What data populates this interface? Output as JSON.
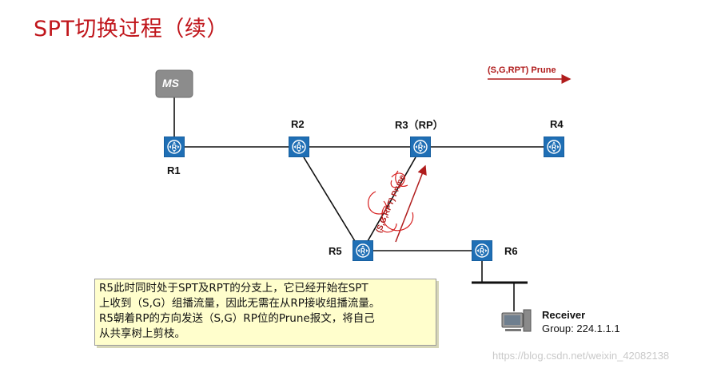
{
  "title": "SPT切换过程（续）",
  "legend": {
    "label": "(S,G,RPT) Prune",
    "color": "#b01c1c"
  },
  "nodes": {
    "ms": "MS",
    "r1": "R1",
    "r2": "R2",
    "r3": "R3（RP）",
    "r4": "R4",
    "r5": "R5",
    "r6": "R6"
  },
  "prune_arrow_label": "(S,G,RPT) Prune",
  "note_lines": [
    "R5此时同时处于SPT及RPT的分支上，它已经开始在SPT",
    "上收到（S,G）组播流量，因此无需在从RP接收组播流量。",
    "R5朝着RP的方向发送（S,G）RP位的Prune报文，将自己",
    "从共享树上剪枝。"
  ],
  "receiver": {
    "name": "Receiver",
    "group": "Group: 224.1.1.1"
  },
  "watermark": "https://blog.csdn.net/weixin_42082138",
  "colors": {
    "title": "#c0151b",
    "router": "#1f6fb5",
    "note_bg": "#fffecc",
    "annotation": "#d62020"
  }
}
